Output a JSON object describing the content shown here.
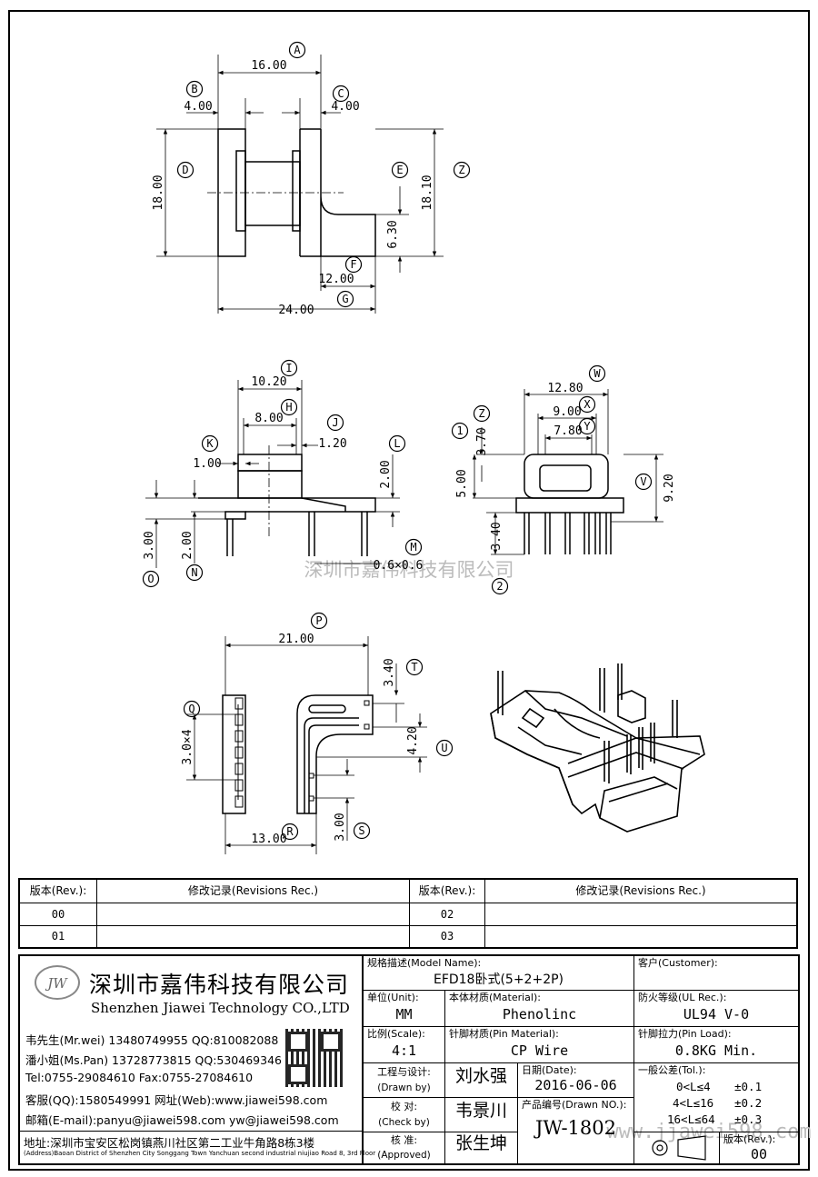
{
  "dimensions": {
    "A": "A",
    "B": "B",
    "C": "C",
    "D": "D",
    "E": "E",
    "Z": "Z",
    "F": "F",
    "G": "G",
    "I": "I",
    "H": "H",
    "J": "J",
    "K": "K",
    "L": "L",
    "M": "M",
    "N": "N",
    "O": "O",
    "W": "W",
    "X": "X",
    "Y": "Y",
    "V": "V",
    "one": "1",
    "two": "2",
    "P": "P",
    "T": "T",
    "Q": "Q",
    "U": "U",
    "R": "R",
    "S": "S",
    "val_A": "16.00",
    "val_B": "4.00",
    "val_C": "4.00",
    "val_D": "18.00",
    "val_Z": "18.10",
    "val_E": "6.30",
    "val_F": "12.00",
    "val_G": "24.00",
    "val_I": "10.20",
    "val_H": "8.00",
    "val_J": "1.20",
    "val_K": "1.00",
    "val_L": "2.00",
    "val_O": "3.00",
    "val_N": "2.00",
    "val_M": "0.6×0.6",
    "val_W": "12.80",
    "val_X": "9.00",
    "val_Y": "7.80",
    "val_1": "3.70",
    "val_5": "5.00",
    "val_V": "9.20",
    "val_2": "3.40",
    "val_P": "21.00",
    "val_T": "3.40",
    "val_Q": "3.0×4",
    "val_U": "4.20",
    "val_R": "13.00",
    "val_S": "3.00"
  },
  "watermark": "深圳市嘉伟科技有限公司",
  "watermark_url": "www.jjawei598.com",
  "revisions": {
    "header_rev": "版本(Rev.):",
    "header_rec": "修改记录(Revisions Rec.)",
    "rows": [
      [
        "00",
        "02"
      ],
      [
        "01",
        "03"
      ]
    ]
  },
  "company": {
    "logo": "JW",
    "name_cn": "深圳市嘉伟科技有限公司",
    "name_en": "Shenzhen Jiawei Technology CO.,LTD",
    "contacts": [
      "韦先生(Mr.wei) 13480749955 QQ:810082088",
      "潘小姐(Ms.Pan) 13728773815 QQ:530469346",
      "Tel:0755-29084610      Fax:0755-27084610",
      "客服(QQ):1580549991   网址(Web):www.jiawei598.com",
      "邮箱(E-mail):panyu@jiawei598.com   yw@jiawei598.com"
    ],
    "address_cn": "地址:深圳市宝安区松岗镇燕川社区第二工业牛角路8栋3楼",
    "address_en": "(Address)Baoan District of Shenzhen City Songgang Town Yanchuan  second industrial niujiao Road 8, 3rd Floor"
  },
  "spec": {
    "model_label": "规格描述(Model Name):",
    "model_value": "EFD18卧式(5+2+2P)",
    "customer_label": "客户(Customer):",
    "unit_label": "单位(Unit):",
    "unit_value": "MM",
    "material_label": "本体材质(Material):",
    "material_value": "Phenolinc",
    "ul_label": "防火等级(UL Rec.):",
    "ul_value": "UL94 V-0",
    "scale_label": "比例(Scale):",
    "scale_value": "4:1",
    "pin_label": "针脚材质(Pin Material):",
    "pin_value": "CP Wire",
    "load_label": "针脚拉力(Pin Load):",
    "load_value": "0.8KG Min.",
    "drawn_label_cn": "工程与设计:",
    "drawn_label_en": "(Drawn by)",
    "drawn_value": "刘水强",
    "date_label": "日期(Date):",
    "date_value": "2016-06-06",
    "tol_label": "一般公差(Tol.):",
    "tol_rows": [
      [
        "0<L≤4",
        "±0.1"
      ],
      [
        "4<L≤16",
        "±0.2"
      ],
      [
        "16<L≤64",
        "±0.3"
      ]
    ],
    "check_label_cn": "校   对:",
    "check_label_en": "(Check by)",
    "check_value": "韦景川",
    "drawno_label": "产品编号(Drawn NO.):",
    "drawno_value": "JW-1802",
    "approve_label_cn": "核   准:",
    "approve_label_en": "(Approved)",
    "approve_value": "张生坤",
    "rev_label": "版本(Rev.):",
    "rev_value": "00"
  }
}
